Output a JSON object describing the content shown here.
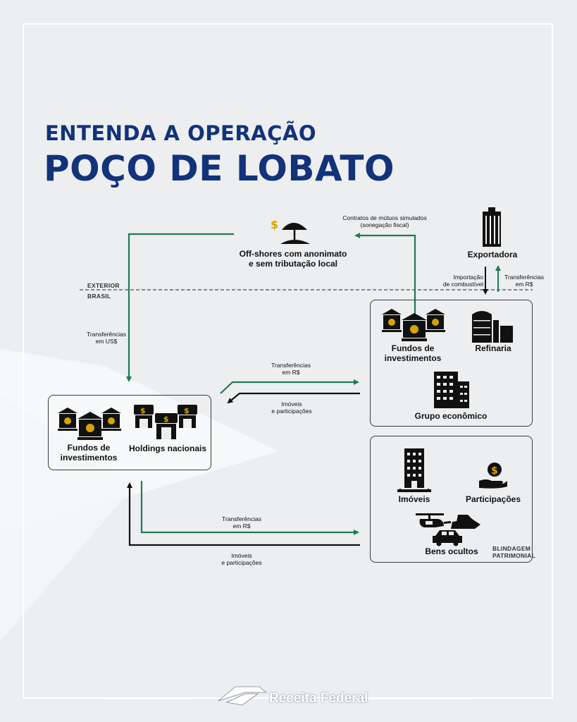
{
  "title": {
    "line1": "ENTENDA A OPERAÇÃO",
    "line2": "POÇO DE LOBATO"
  },
  "regions": {
    "exterior": "EXTERIOR",
    "brasil": "BRASIL"
  },
  "nodes": {
    "offshores": {
      "line1": "Off-shores com anonimato",
      "line2": "e sem tributação local"
    },
    "exportadora": "Exportadora",
    "fundos_right": {
      "line1": "Fundos de",
      "line2": "investimentos"
    },
    "refinaria": "Refinaria",
    "grupo": "Grupo econômico",
    "fundos_left": {
      "line1": "Fundos de",
      "line2": "investimentos"
    },
    "holdings": "Holdings nacionais",
    "imoveis": "Imóveis",
    "participacoes": "Participações",
    "bens": "Bens ocultos",
    "blindagem": {
      "line1": "BLINDAGEM",
      "line2": "PATRIMONIAL"
    }
  },
  "flows": {
    "contratos": {
      "line1": "Contratos de mútuos simulados",
      "line2": "(sonegação fiscal)"
    },
    "importacao": {
      "line1": "Importação",
      "line2": "de combustível"
    },
    "transf_rs_top": {
      "line1": "Transferências",
      "line2": "em R$"
    },
    "transf_us": {
      "line1": "Transferências",
      "line2": "em US$"
    },
    "transf_rs_mid": {
      "line1": "Transferências",
      "line2": "em R$"
    },
    "imoveis_mid": {
      "line1": "Imóveis",
      "line2": "e participações"
    },
    "transf_rs_bot": {
      "line1": "Transferências",
      "line2": "em R$"
    },
    "imoveis_bot": {
      "line1": "Imóveis",
      "line2": "e participações"
    }
  },
  "footer": {
    "brand": "Receita Federal"
  },
  "colors": {
    "title": "#12327a",
    "green": "#1f7a55",
    "black": "#111111"
  }
}
